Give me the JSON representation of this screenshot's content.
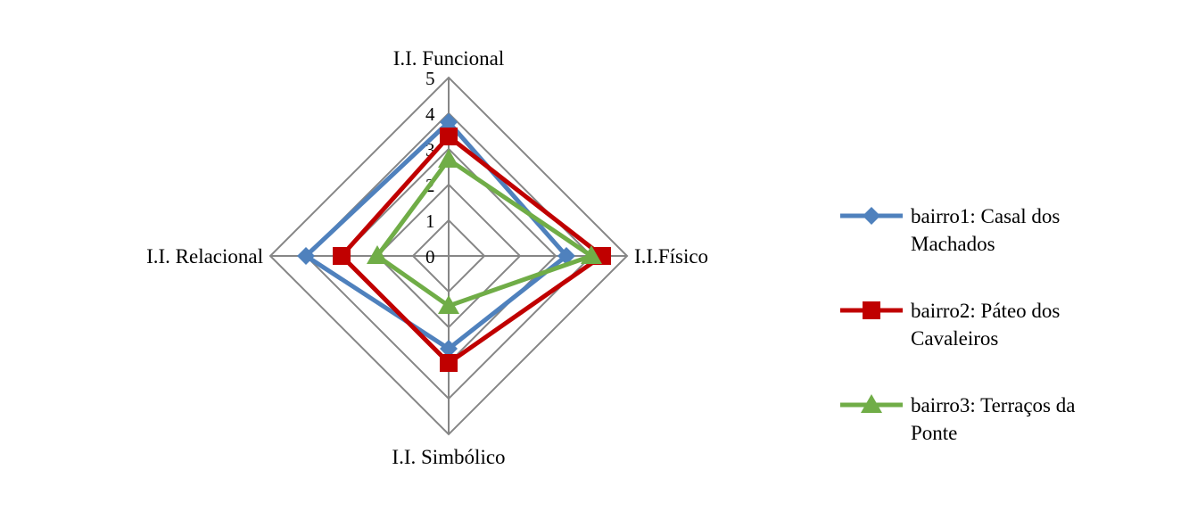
{
  "chart_data": {
    "type": "radar",
    "title": "",
    "axes": [
      "I.I. Funcional",
      "I.I.Físico",
      "I.I. Simbólico",
      "I.I. Relacional"
    ],
    "range": [
      0,
      5
    ],
    "ticks": [
      "0",
      "1",
      "2",
      "3",
      "4",
      "5"
    ],
    "grid": true,
    "legend_position": "right",
    "series": [
      {
        "name": "bairro1: Casal dos Machados",
        "name_lines": [
          "bairro1: Casal dos",
          "Machados"
        ],
        "color": "#4F81BD",
        "marker": "diamond",
        "values": [
          3.75,
          3.3,
          2.6,
          4.0
        ]
      },
      {
        "name": "bairro2: Páteo dos Cavaleiros",
        "name_lines": [
          "bairro2: Páteo dos",
          "Cavaleiros"
        ],
        "color": "#C00000",
        "marker": "square",
        "values": [
          3.35,
          4.3,
          3.0,
          3.0
        ]
      },
      {
        "name": "bairro3: Terraços da Ponte",
        "name_lines": [
          "bairro3: Terraços da",
          "Ponte"
        ],
        "color": "#70AD47",
        "marker": "triangle",
        "values": [
          2.7,
          4.0,
          1.4,
          2.0
        ]
      }
    ]
  }
}
